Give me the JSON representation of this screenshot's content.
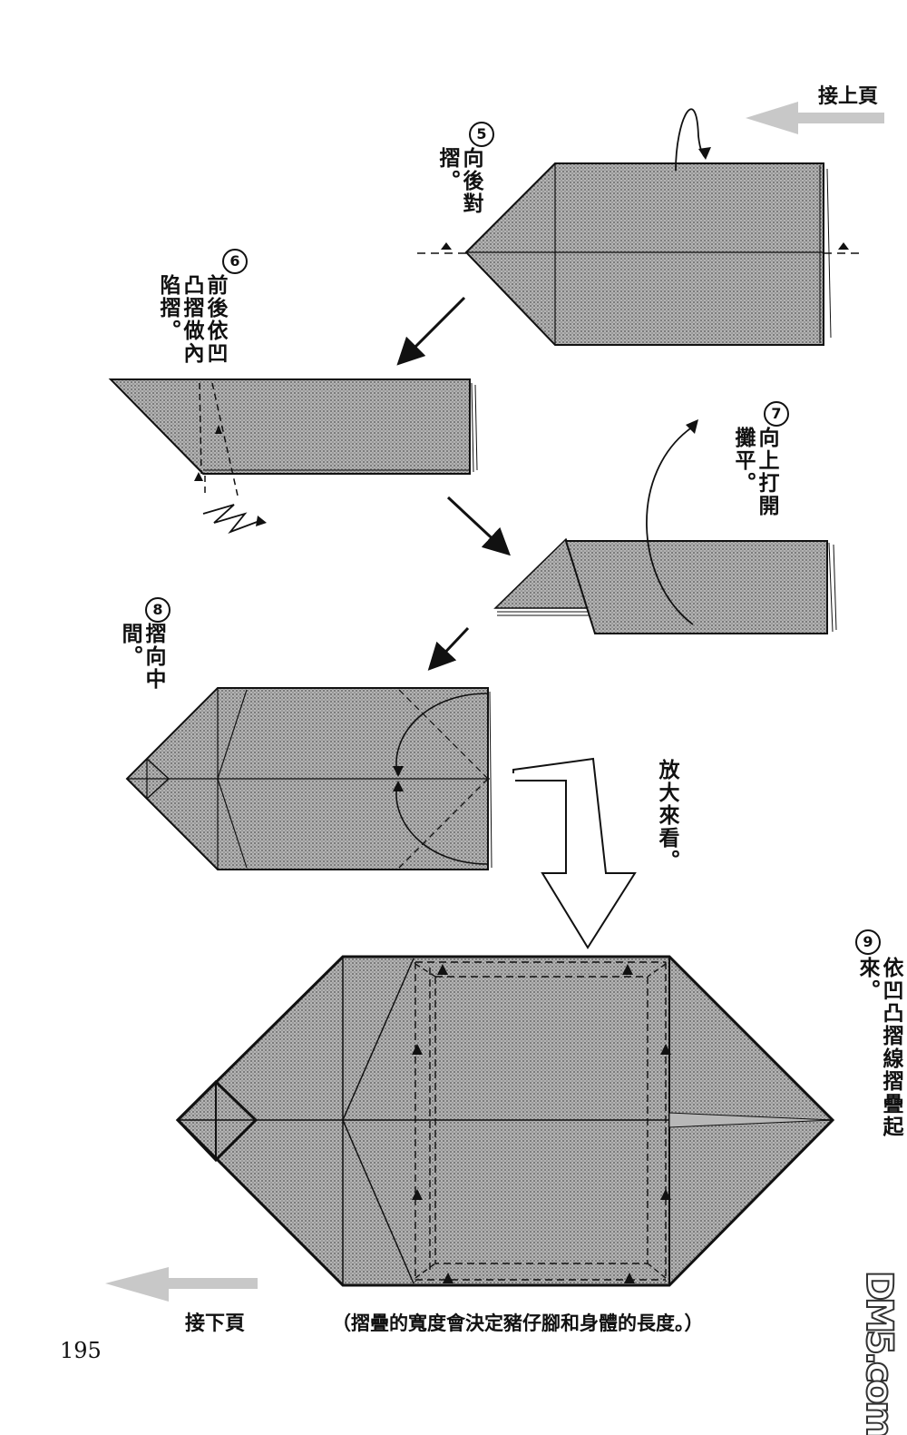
{
  "header": {
    "continue_prev": "接上頁"
  },
  "footer": {
    "continue_next": "接下頁",
    "page_number": "195",
    "note": "（摺疊的寬度會決定豬仔腳和身體的長度。）"
  },
  "watermark": "DM5.com",
  "steps": [
    {
      "number": "5",
      "text": "向後對摺。"
    },
    {
      "number": "6",
      "text": "前後依凹凸摺做內陷摺。"
    },
    {
      "number": "7",
      "text": "向上打開攤平。"
    },
    {
      "number": "8",
      "text": "摺向中間。"
    },
    {
      "number": "9",
      "text": "依凹凸摺線摺疊起來。"
    }
  ],
  "zoom_caption": "放大來看。",
  "colors": {
    "paper_fill": "#9a9a9a",
    "line": "#111111",
    "arrow_gray": "#c4c4c4"
  }
}
